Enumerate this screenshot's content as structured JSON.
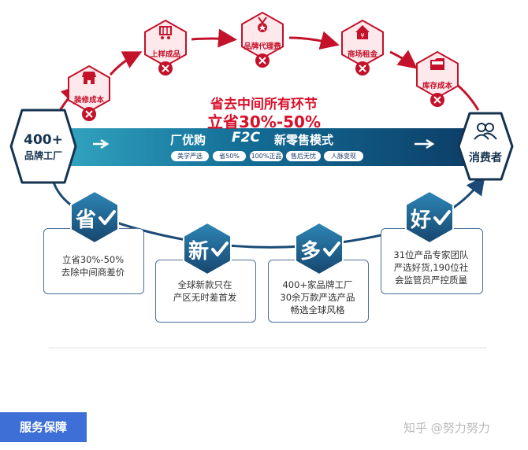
{
  "cost_steps": [
    {
      "label": "装修成本",
      "icon": "store-icon"
    },
    {
      "label": "上样成品",
      "icon": "cart-icon"
    },
    {
      "label": "品牌代理费",
      "icon": "medal-icon"
    },
    {
      "label": "商场租金",
      "icon": "yen-house-icon"
    },
    {
      "label": "库存成本",
      "icon": "folder-icon"
    }
  ],
  "headline": {
    "line1": "省去中间所有环节",
    "line2": "立省30%-50%"
  },
  "source_node": {
    "line1": "400+",
    "line2": "品牌工厂"
  },
  "target_node": {
    "label": "消费者",
    "icon": "people-icon"
  },
  "banner": {
    "title_left": "厂优购",
    "title_mid": "F2C",
    "title_right": "新零售模式"
  },
  "banner_tags": [
    "美学严选",
    "省50%",
    "100%正品",
    "售后无忧",
    "人脉变现"
  ],
  "benefits": [
    {
      "char": "省",
      "lines": [
        "立省30%-50%",
        "去除中间商差价"
      ]
    },
    {
      "char": "新",
      "lines": [
        "全球新款只在",
        "产区无时差首发"
      ]
    },
    {
      "char": "多",
      "lines": [
        "400+家品牌工厂",
        "30余万款严选产品",
        "畅选全球风格"
      ]
    },
    {
      "char": "好",
      "lines": [
        "31位产品专家团队",
        "严选好货,190位社",
        "会监管员严控质量"
      ]
    }
  ],
  "footer": {
    "tab": "服务保障",
    "watermark": "知乎 @努力努力"
  },
  "colors": {
    "red": "#d8112b",
    "navy": "#14334f",
    "teal": "#1a8fa8",
    "badge": "#22638f",
    "tab": "#3d6fd6"
  }
}
